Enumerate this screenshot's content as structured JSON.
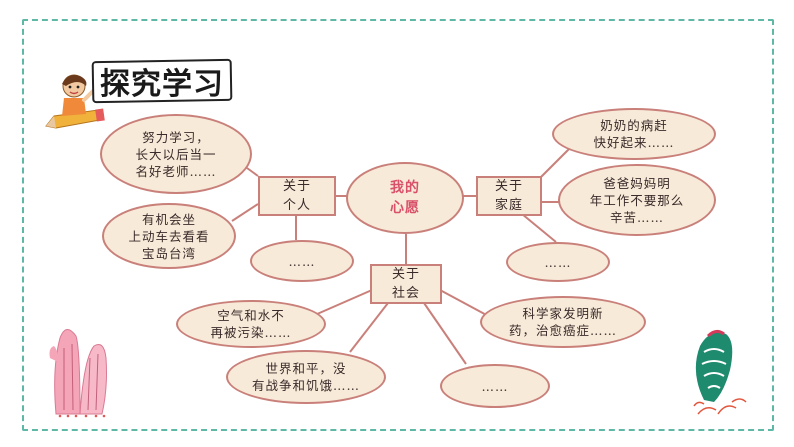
{
  "title": "探究学习",
  "center": "我的\n心愿",
  "categories": {
    "personal": "关于\n个人",
    "family": "关于\n家庭",
    "society": "关于\n社会"
  },
  "personal_wishes": [
    "努力学习，\n长大以后当一\n名好老师……",
    "有机会坐\n上动车去看看\n宝岛台湾",
    "……"
  ],
  "family_wishes": [
    "奶奶的病赶\n快好起来……",
    "爸爸妈妈明\n年工作不要那么\n辛苦……",
    "……"
  ],
  "society_wishes": [
    "空气和水不\n再被污染……",
    "科学家发明新\n药，治愈癌症……",
    "世界和平，没\n有战争和饥饿……",
    "……"
  ],
  "colors": {
    "frame": "#5fb8a6",
    "node_fill": "#f8ead8",
    "node_border": "#c9807a",
    "center_text": "#d9506a"
  }
}
